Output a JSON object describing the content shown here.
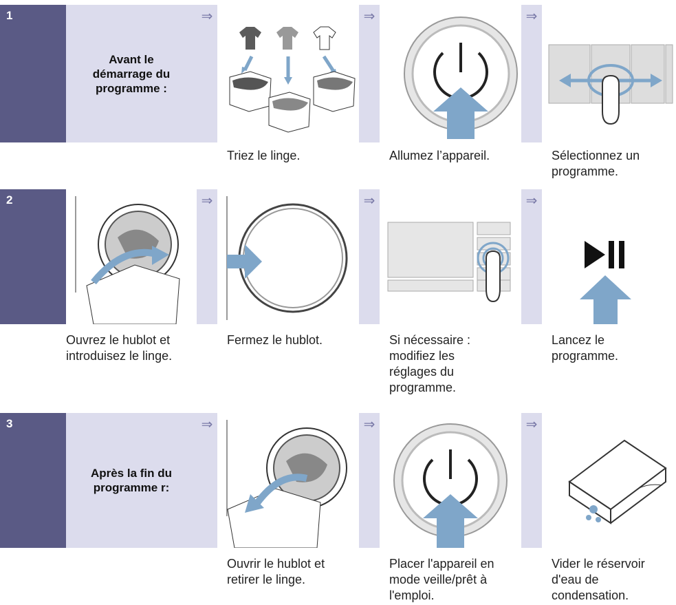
{
  "steps": [
    {
      "number": "1",
      "title": "Avant le\ndémarrage du\nprogramme :",
      "arrow": "⇒",
      "captions": [
        "Triez le linge.",
        "Allumez l’appareil.",
        "Sélectionnez un\nprogramme."
      ],
      "panels": [
        "sort-laundry-icon",
        "power-button-icon",
        "program-swipe-icon"
      ]
    },
    {
      "number": "2",
      "captions": [
        "Ouvrez le hublot et\nintroduisez le linge.",
        "Fermez le hublot.",
        "Si nécessaire :\nmodifiez les\nréglages du\nprogramme.",
        "Lancez le\nprogramme."
      ],
      "panels": [
        "load-laundry-icon",
        "close-door-icon",
        "display-touch-icon",
        "play-pause-icon"
      ]
    },
    {
      "number": "3",
      "title": "Après la fin du\nprogramme r:",
      "captions": [
        "Ouvrir le hublot et\nretirer le linge.",
        "Placer l'appareil en\nmode veille/prêt à\nl'emploi.",
        "Vider le réservoir\nd'eau de\ncondensation."
      ],
      "panels": [
        "unload-laundry-icon",
        "power-button-icon",
        "empty-water-tank-icon"
      ]
    }
  ],
  "colors": {
    "number_band": "#5a5a85",
    "lavender": "#dcdced",
    "accent_blue": "#7fa6c9",
    "arrow": "#7a7aa8"
  }
}
